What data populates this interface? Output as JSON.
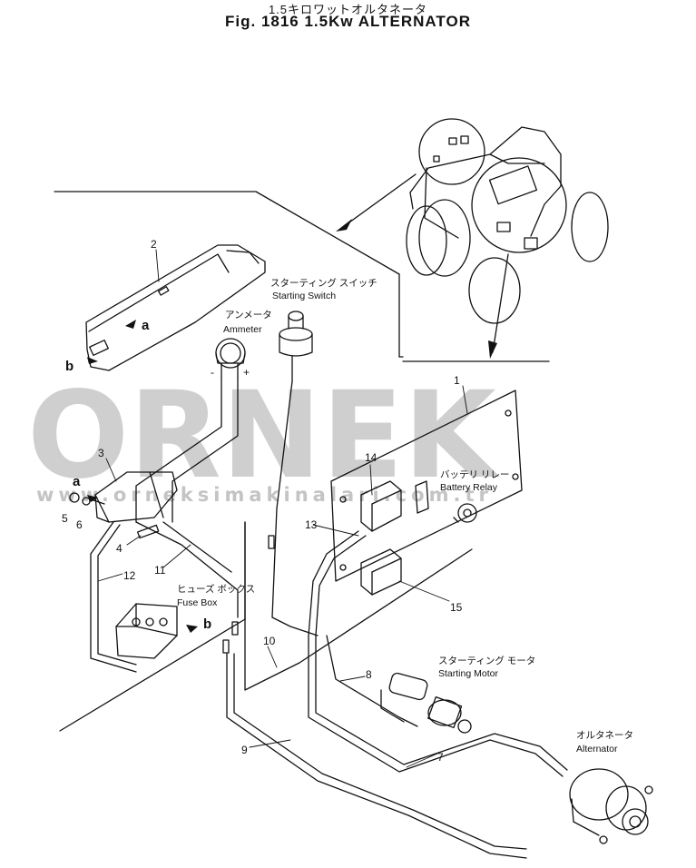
{
  "header": {
    "title_jp": "1.5キロワットオルタネータ",
    "title_en": "Fig. 1816 1.5Kw ALTERNATOR"
  },
  "watermark": {
    "big": "ORNEK",
    "small": "www.orneksimakinalari.com.tr",
    "color": "#cfcfcf"
  },
  "labels": {
    "starting_switch_jp": "スターティング スイッチ",
    "starting_switch_en": "Starting Switch",
    "ammeter_jp": "アンメータ",
    "ammeter_en": "Ammeter",
    "battery_relay_jp": "バッテリ リレー",
    "battery_relay_en": "Battery Relay",
    "fuse_box_jp": "ヒューズ ボックス",
    "fuse_box_en": "Fuse Box",
    "starting_motor_jp": "スターティング モータ",
    "starting_motor_en": "Starting Motor",
    "alternator_jp": "オルタネータ",
    "alternator_en": "Alternator",
    "minus": "-",
    "plus": "+"
  },
  "callouts": {
    "a_top": "a",
    "b_top": "b",
    "a_left": "a",
    "b_fuse": "b"
  },
  "parts": [
    "1",
    "2",
    "3",
    "4",
    "5",
    "6",
    "7",
    "8",
    "9",
    "10",
    "11",
    "12",
    "13",
    "14",
    "15"
  ]
}
